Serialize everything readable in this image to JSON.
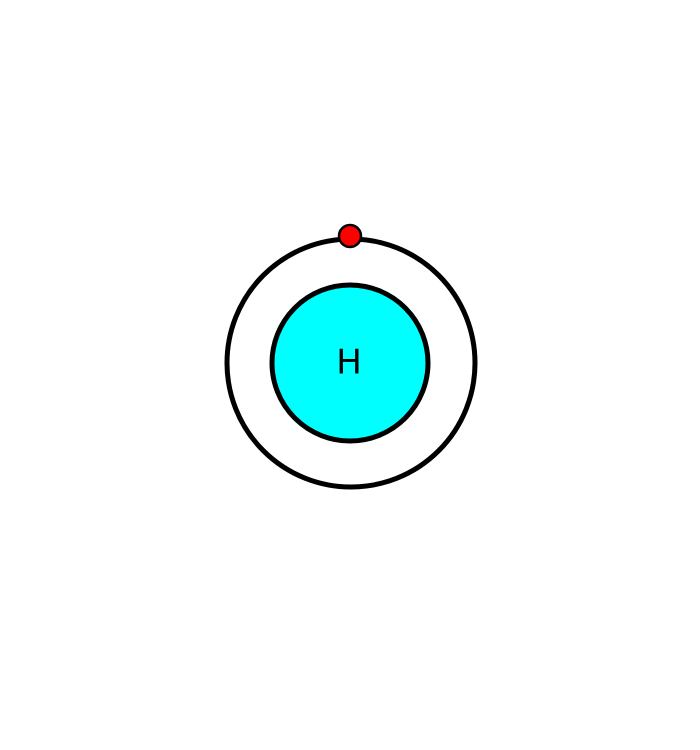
{
  "atom": {
    "symbol": "H",
    "electron_count": 1,
    "shell_count": 1
  },
  "colors": {
    "nucleus": "#00FFFF",
    "electron": "#FF0000",
    "outline": "#000000",
    "background": "#FFFFFF"
  }
}
